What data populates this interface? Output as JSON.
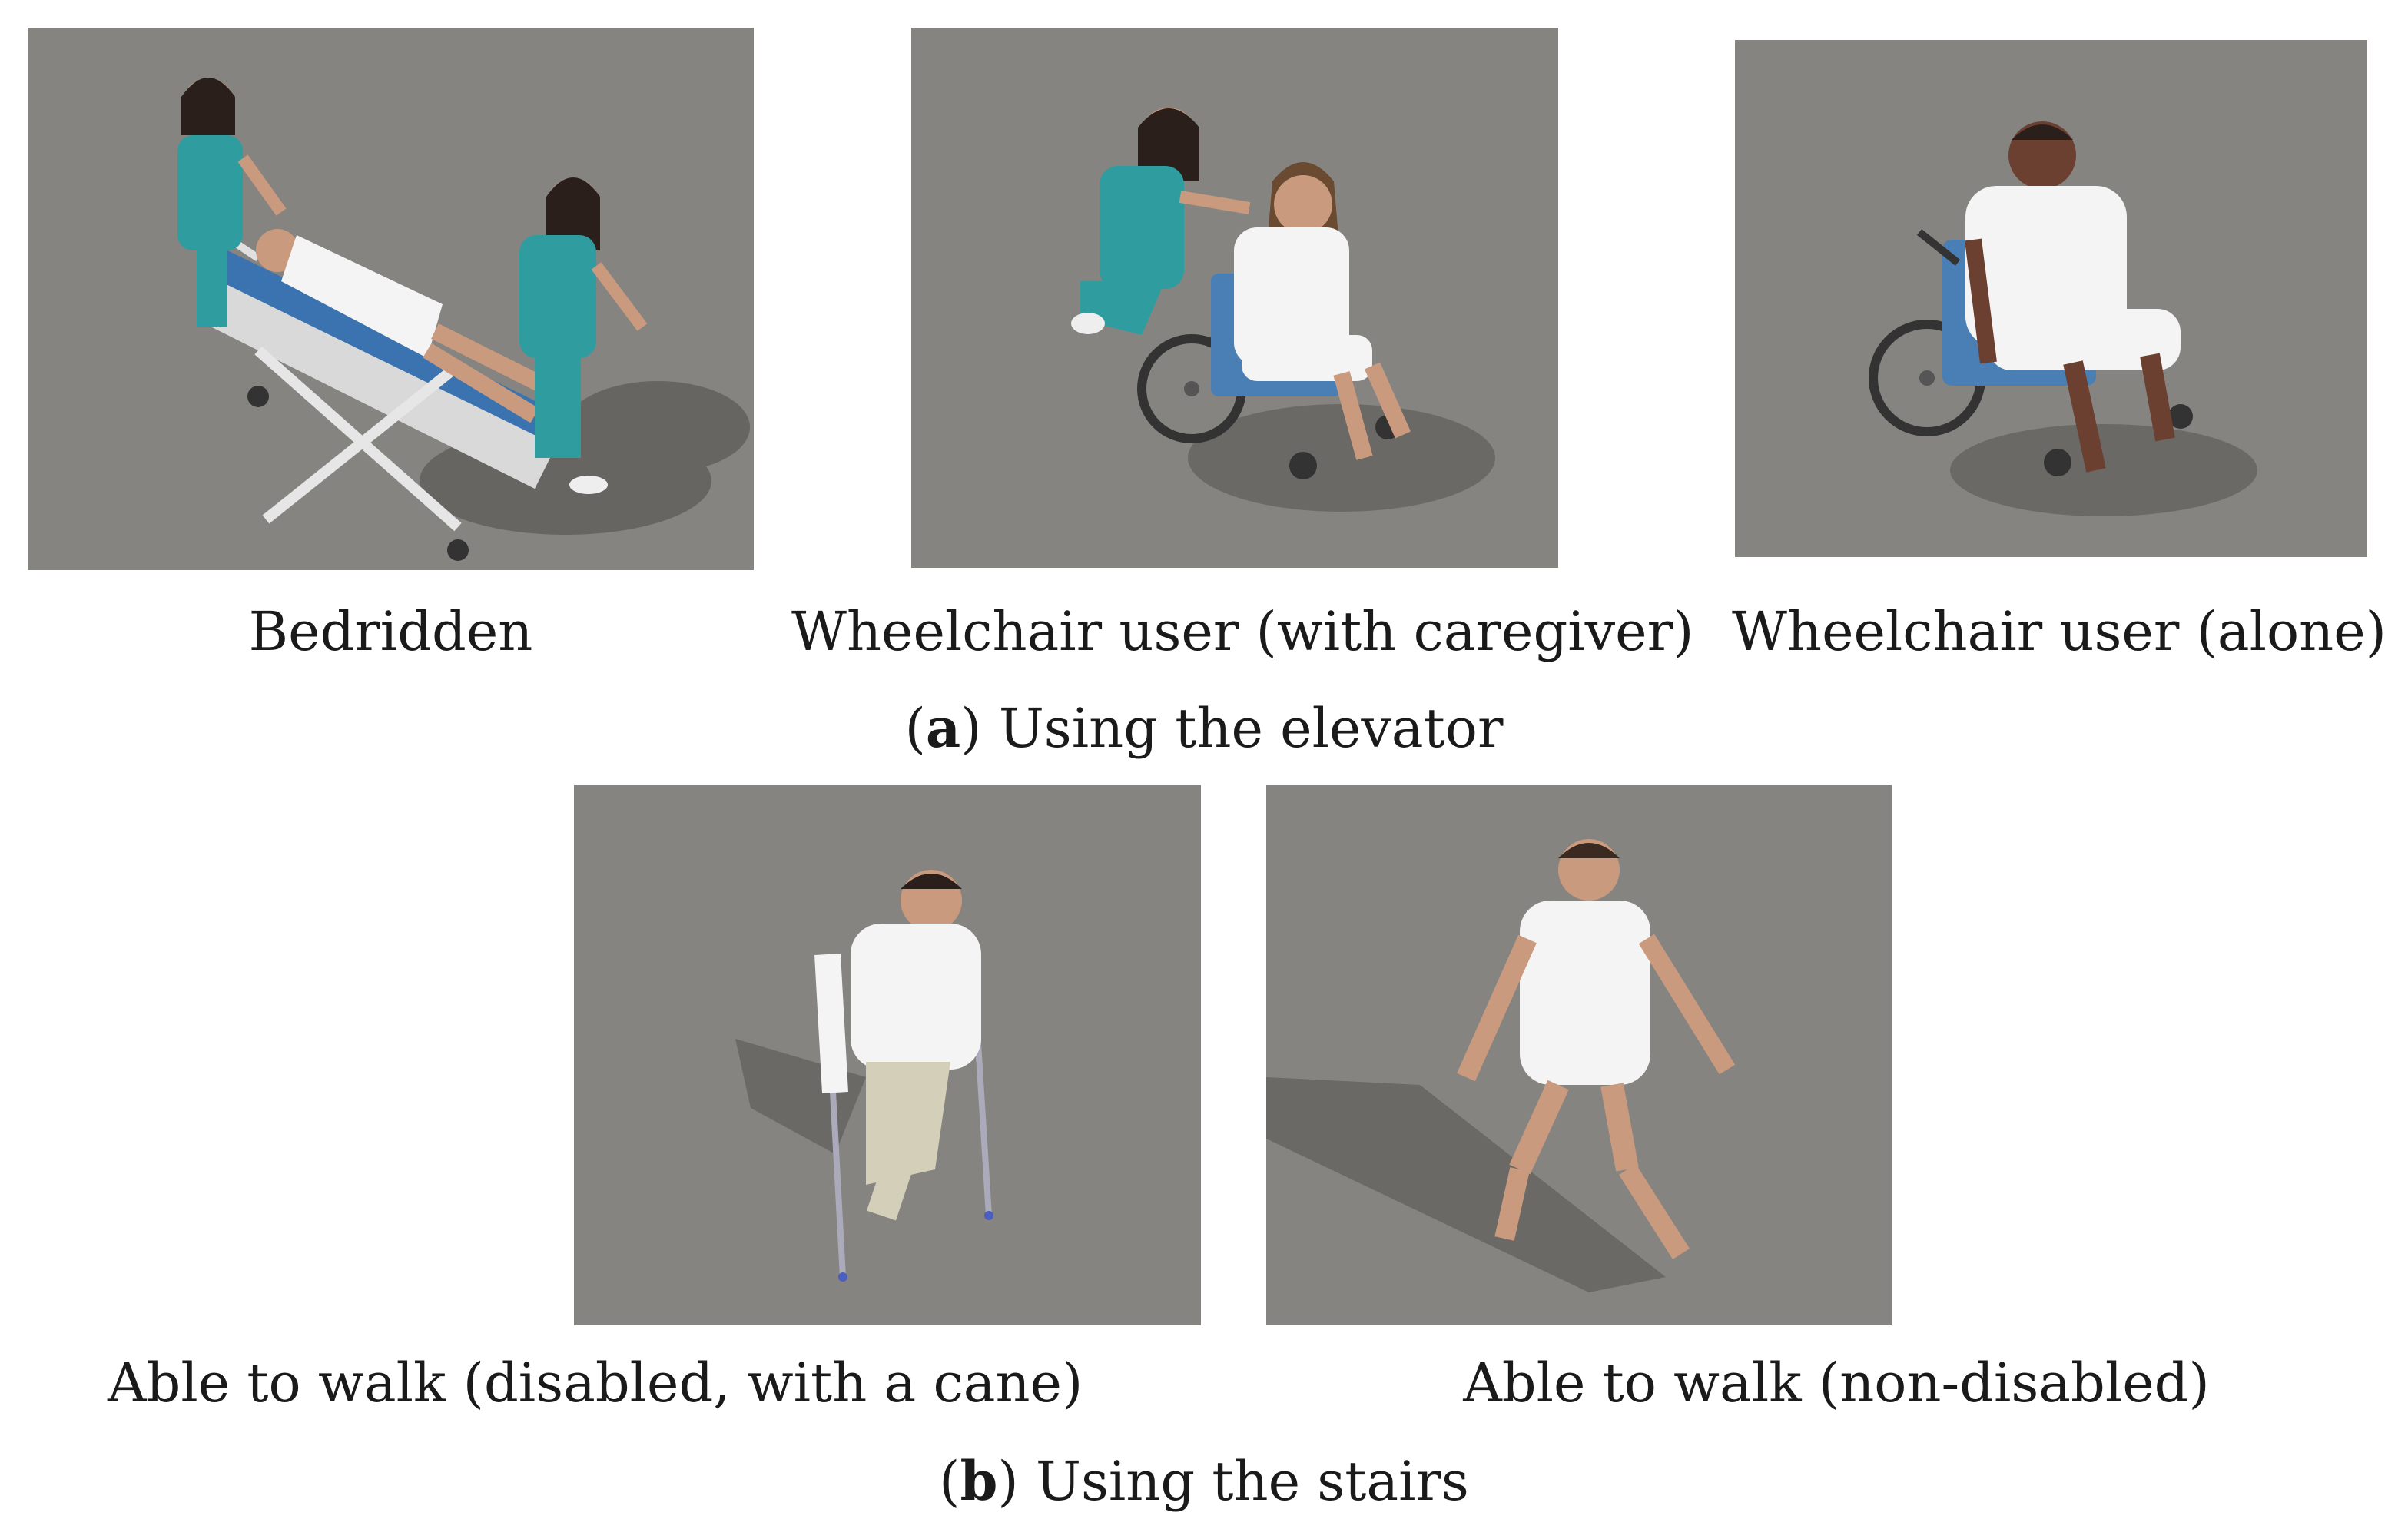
{
  "figure": {
    "group_a": {
      "letter": "a",
      "caption": "Using the elevator",
      "panels": [
        {
          "label": "Bedridden"
        },
        {
          "label": "Wheelchair user (with caregiver)"
        },
        {
          "label": "Wheelchair user (alone)"
        }
      ]
    },
    "group_b": {
      "letter": "b",
      "caption": "Using the stairs",
      "panels": [
        {
          "label": "Able to walk (disabled, with a cane)"
        },
        {
          "label": "Able to walk (non-disabled)"
        }
      ]
    }
  },
  "colors": {
    "panel_background": "#858481",
    "scrubs": "#2f9da0",
    "patient_gown": "#f4f4f4",
    "wheelchair_seat": "#4a7fb5",
    "stretcher_mattress": "#3a73b0",
    "skin": "#c99a7e",
    "dark_skin": "#6b4030",
    "hair": "#2a1f1a",
    "shadow": "#5f5e5b",
    "trousers": "#d4cfb8"
  }
}
